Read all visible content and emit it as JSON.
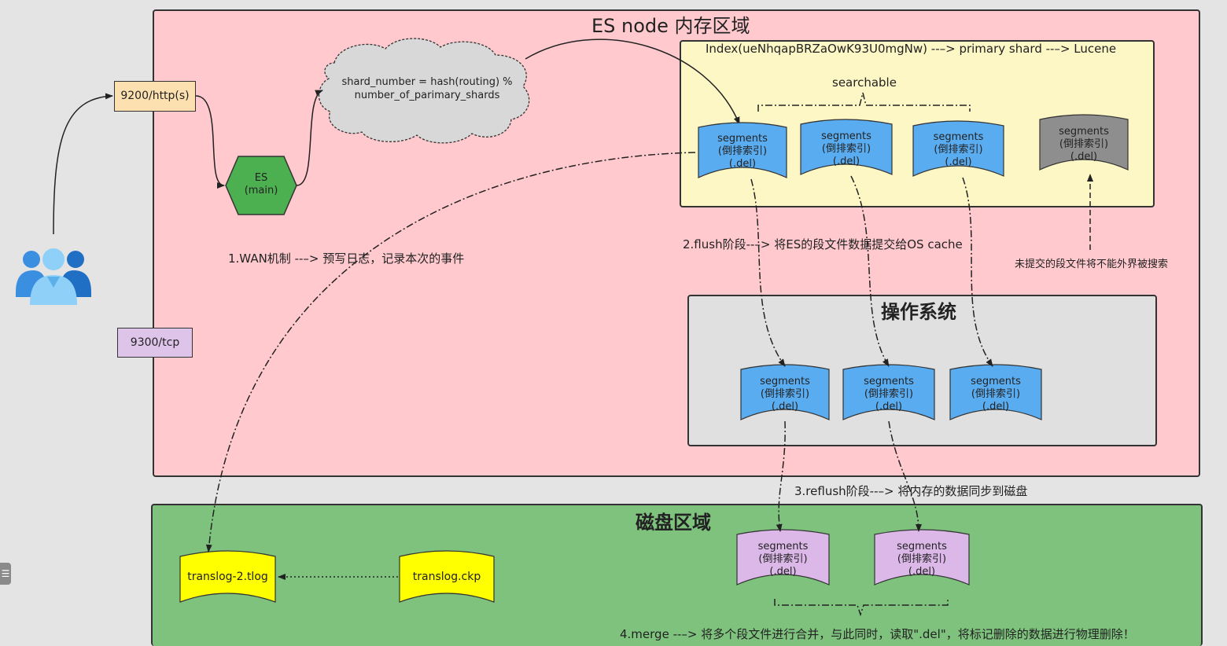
{
  "regions": {
    "es_node_title": "ES node 内存区域",
    "index_title": "Index(ueNhqapBRZaOwK93U0mgNw) --–> primary shard --–> Lucene",
    "searchable_label": "searchable",
    "os_title": "操作系统",
    "disk_title": "磁盘区域"
  },
  "ports": {
    "http": "9200/http(s)",
    "tcp": "9300/tcp"
  },
  "es_main": {
    "line1": "ES",
    "line2": "(main)"
  },
  "routing_cloud": {
    "line1": "shard_number = hash(routing) %",
    "line2": "number_of_parimary_shards"
  },
  "segment": {
    "line1": "segments",
    "line2": "(倒排索引)",
    "line3": "(.del)"
  },
  "steps": {
    "wal": "1.WAN机制 --–>  预写日志，记录本次的事件",
    "flush": "2.flush阶段--–> 将ES的段文件数据提交给OS cache",
    "refresh": "3.reflush阶段--–> 将内存的数据同步到磁盘",
    "merge": "4.merge --–> 将多个段文件进行合并，与此同时，读取\".del\"，将标记删除的数据进行物理删除！",
    "unsubmitted": "未提交的段文件将不能外界被搜索"
  },
  "files": {
    "tlog": "translog-2.tlog",
    "ckp": "translog.ckp"
  },
  "colors": {
    "es_region": "#ffc9ce",
    "index_box": "#fdf6c5",
    "os_box": "#e0e0e0",
    "disk_region": "#7ec27e",
    "segment_blue": "#5aacf0",
    "segment_gray": "#8e8e8e",
    "segment_purple": "#dcb8e8",
    "translog_yellow": "#ffff00",
    "es_hexagon": "#4caf50",
    "user_icon": "#2f8ee6"
  },
  "side_tab_glyph": "☰"
}
